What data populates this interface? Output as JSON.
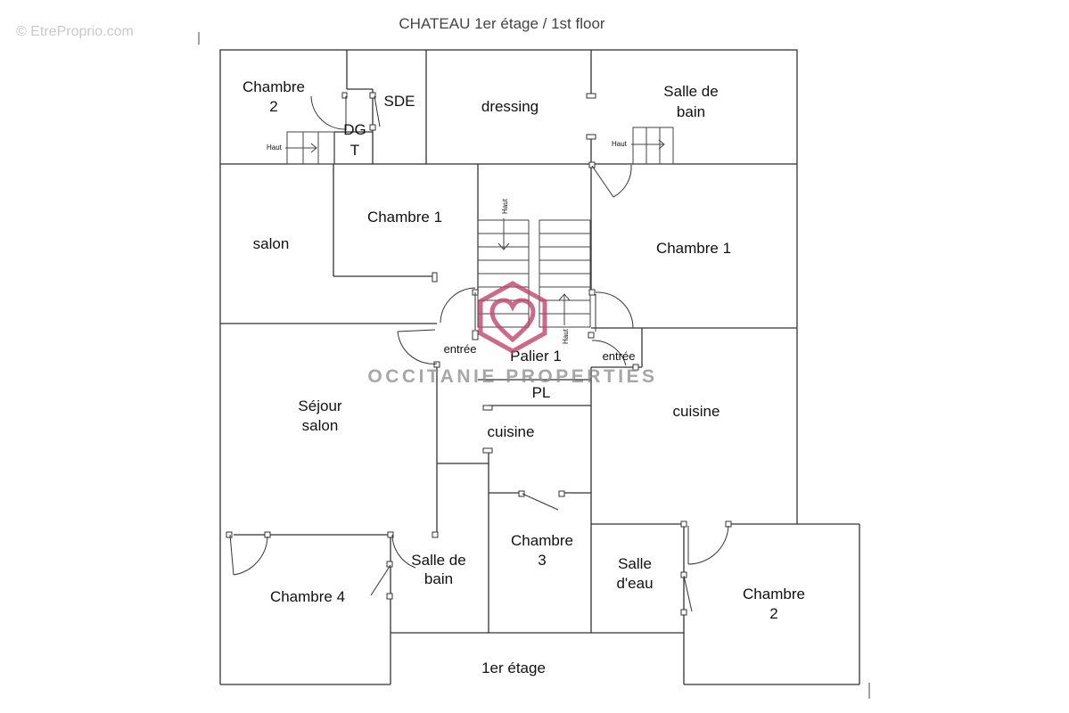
{
  "header": {
    "title": "CHATEAU 1er étage / 1st floor",
    "site_watermark": "© EtreProprio.com"
  },
  "brand": {
    "name": "OCCITANIE PROPERTIES",
    "color": "#c0466a"
  },
  "rooms": {
    "chambre2_top": [
      "Chambre",
      "2"
    ],
    "sde": "SDE",
    "dgt": [
      "DG",
      "T"
    ],
    "dressing": "dressing",
    "salle_de_bain_top": [
      "Salle de",
      "bain"
    ],
    "salon": "salon",
    "chambre1_left": "Chambre 1",
    "chambre1_right": "Chambre 1",
    "entree_left": "entrée",
    "entree_right": "entrée",
    "palier": "Palier 1",
    "pl": "PL",
    "sejour": [
      "Séjour",
      "salon"
    ],
    "cuisine_center": "cuisine",
    "cuisine_right": "cuisine",
    "chambre3": [
      "Chambre",
      "3"
    ],
    "salle_eau": [
      "Salle",
      "d'eau"
    ],
    "salle_de_bain_bottom": [
      "Salle de",
      "bain"
    ],
    "chambre4": "Chambre 4",
    "chambre2_bottom": [
      "Chambre",
      "2"
    ],
    "floor_label": "1er étage"
  },
  "stairs": {
    "up_label": "Haut"
  }
}
